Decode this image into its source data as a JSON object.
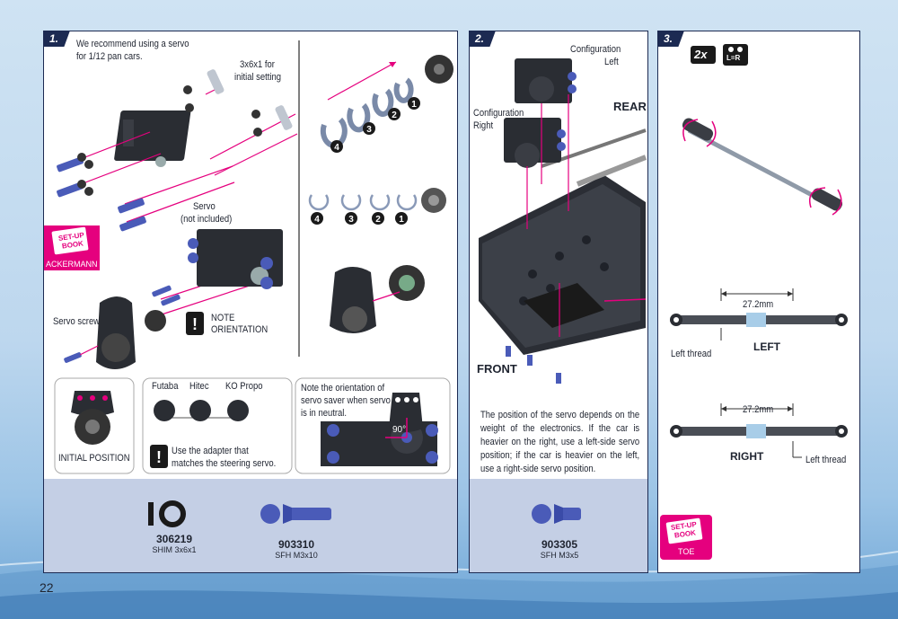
{
  "page": {
    "number": "22"
  },
  "step1": {
    "tab": "1.",
    "intro": "We recommend using a servo for 1/12 pan cars.",
    "shim_note_line1": "3x6x1 for",
    "shim_note_line2": "initial setting",
    "servo_label_line1": "Servo",
    "servo_label_line2": "(not included)",
    "servo_screw": "Servo screw",
    "note_line1": "NOTE",
    "note_line2": "ORIENTATION",
    "initial_position": "INITIAL POSITION",
    "brands": [
      "Futaba",
      "Hitec",
      "KO Propo"
    ],
    "adapter_line1": "Use the adapter that",
    "adapter_line2": "matches the steering servo.",
    "orientation_line1": "Note the orientation of",
    "orientation_line2": "servo saver when servo",
    "orientation_line3": "is in neutral.",
    "angle": "90°",
    "sequence_numbers": [
      "4",
      "3",
      "2",
      "1"
    ],
    "setup_badge_line1": "SET-UP",
    "setup_badge_line2": "BOOK",
    "setup_badge_label": "ACKERMANN",
    "parts": [
      {
        "number": "306219",
        "desc": "SHIM 3x6x1"
      },
      {
        "number": "903310",
        "desc": "SFH M3x10"
      }
    ]
  },
  "step2": {
    "tab": "2.",
    "config_left_line1": "Configuration",
    "config_left_line2": "Left",
    "config_right_line1": "Configuration",
    "config_right_line2": "Right",
    "rear": "REAR",
    "front": "FRONT",
    "text": "The position of the servo depends on the weight of the electronics. If the car is heavier on the right, use a left-side servo position; if the car is heavier on the left, use a right-side servo position.",
    "parts": [
      {
        "number": "903305",
        "desc": "SFH M3x5"
      }
    ]
  },
  "step3": {
    "tab": "3.",
    "qty": "2x",
    "lr_badge": "L=R",
    "dim1": "27.2mm",
    "left_thread_1": "Left thread",
    "left_label": "LEFT",
    "dim2": "27.2mm",
    "right_label": "RIGHT",
    "left_thread_2": "Left thread",
    "setup_badge_line1": "SET-UP",
    "setup_badge_line2": "BOOK",
    "setup_badge_label": "TOE"
  },
  "colors": {
    "accent": "#e5007e",
    "navy": "#1c2a52",
    "band": "#c4cfe5",
    "screw": "#4a5bb8"
  }
}
